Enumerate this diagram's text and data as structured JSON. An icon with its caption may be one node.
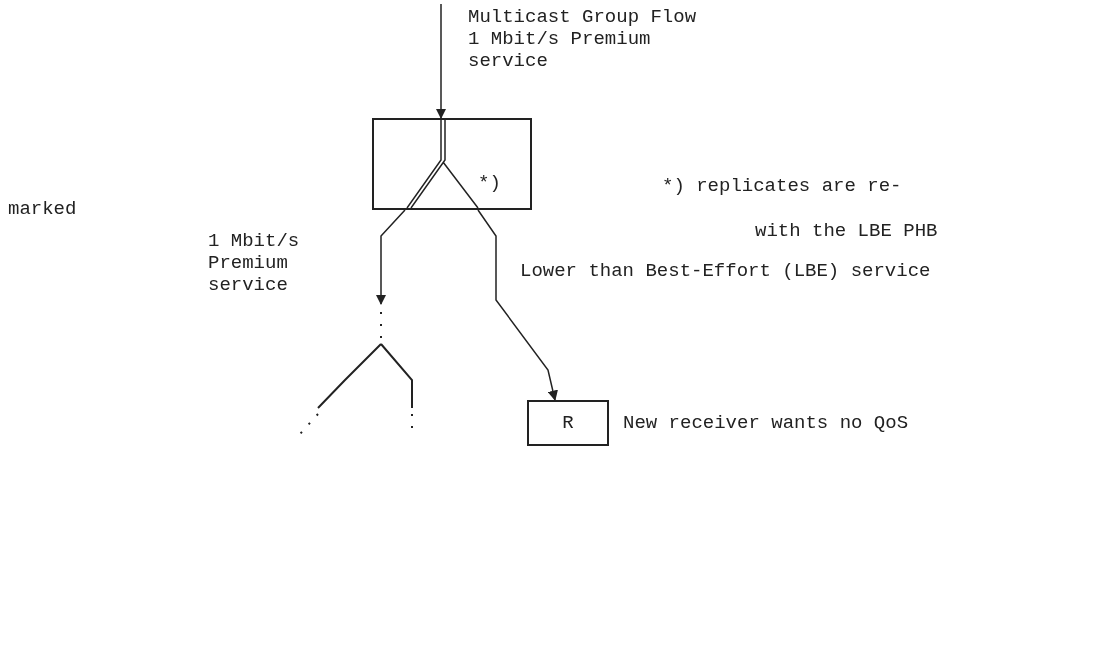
{
  "diagram": {
    "nodes": [
      {
        "text": [
          "*)"
        ]
      },
      {
        "text": [
          "R"
        ],
        "beside": [
          "New receiver wants no QoS"
        ]
      }
    ],
    "edges": [
      {
        "from": null,
        "to": 0,
        "arrow": "to",
        "label": "Multicast Group Flow 1 Mbit/s Premium service"
      },
      {
        "from": 0,
        "to": null,
        "arrow": "to",
        "label": "1 Mbit/s Premium service"
      },
      {
        "from": 0,
        "to": 1,
        "arrow": "to",
        "label": "Lower than Best-Effort (LBE) service"
      }
    ],
    "labels": [
      "*) replicates are re-",
      "marked",
      "with the LBE PHB"
    ]
  }
}
